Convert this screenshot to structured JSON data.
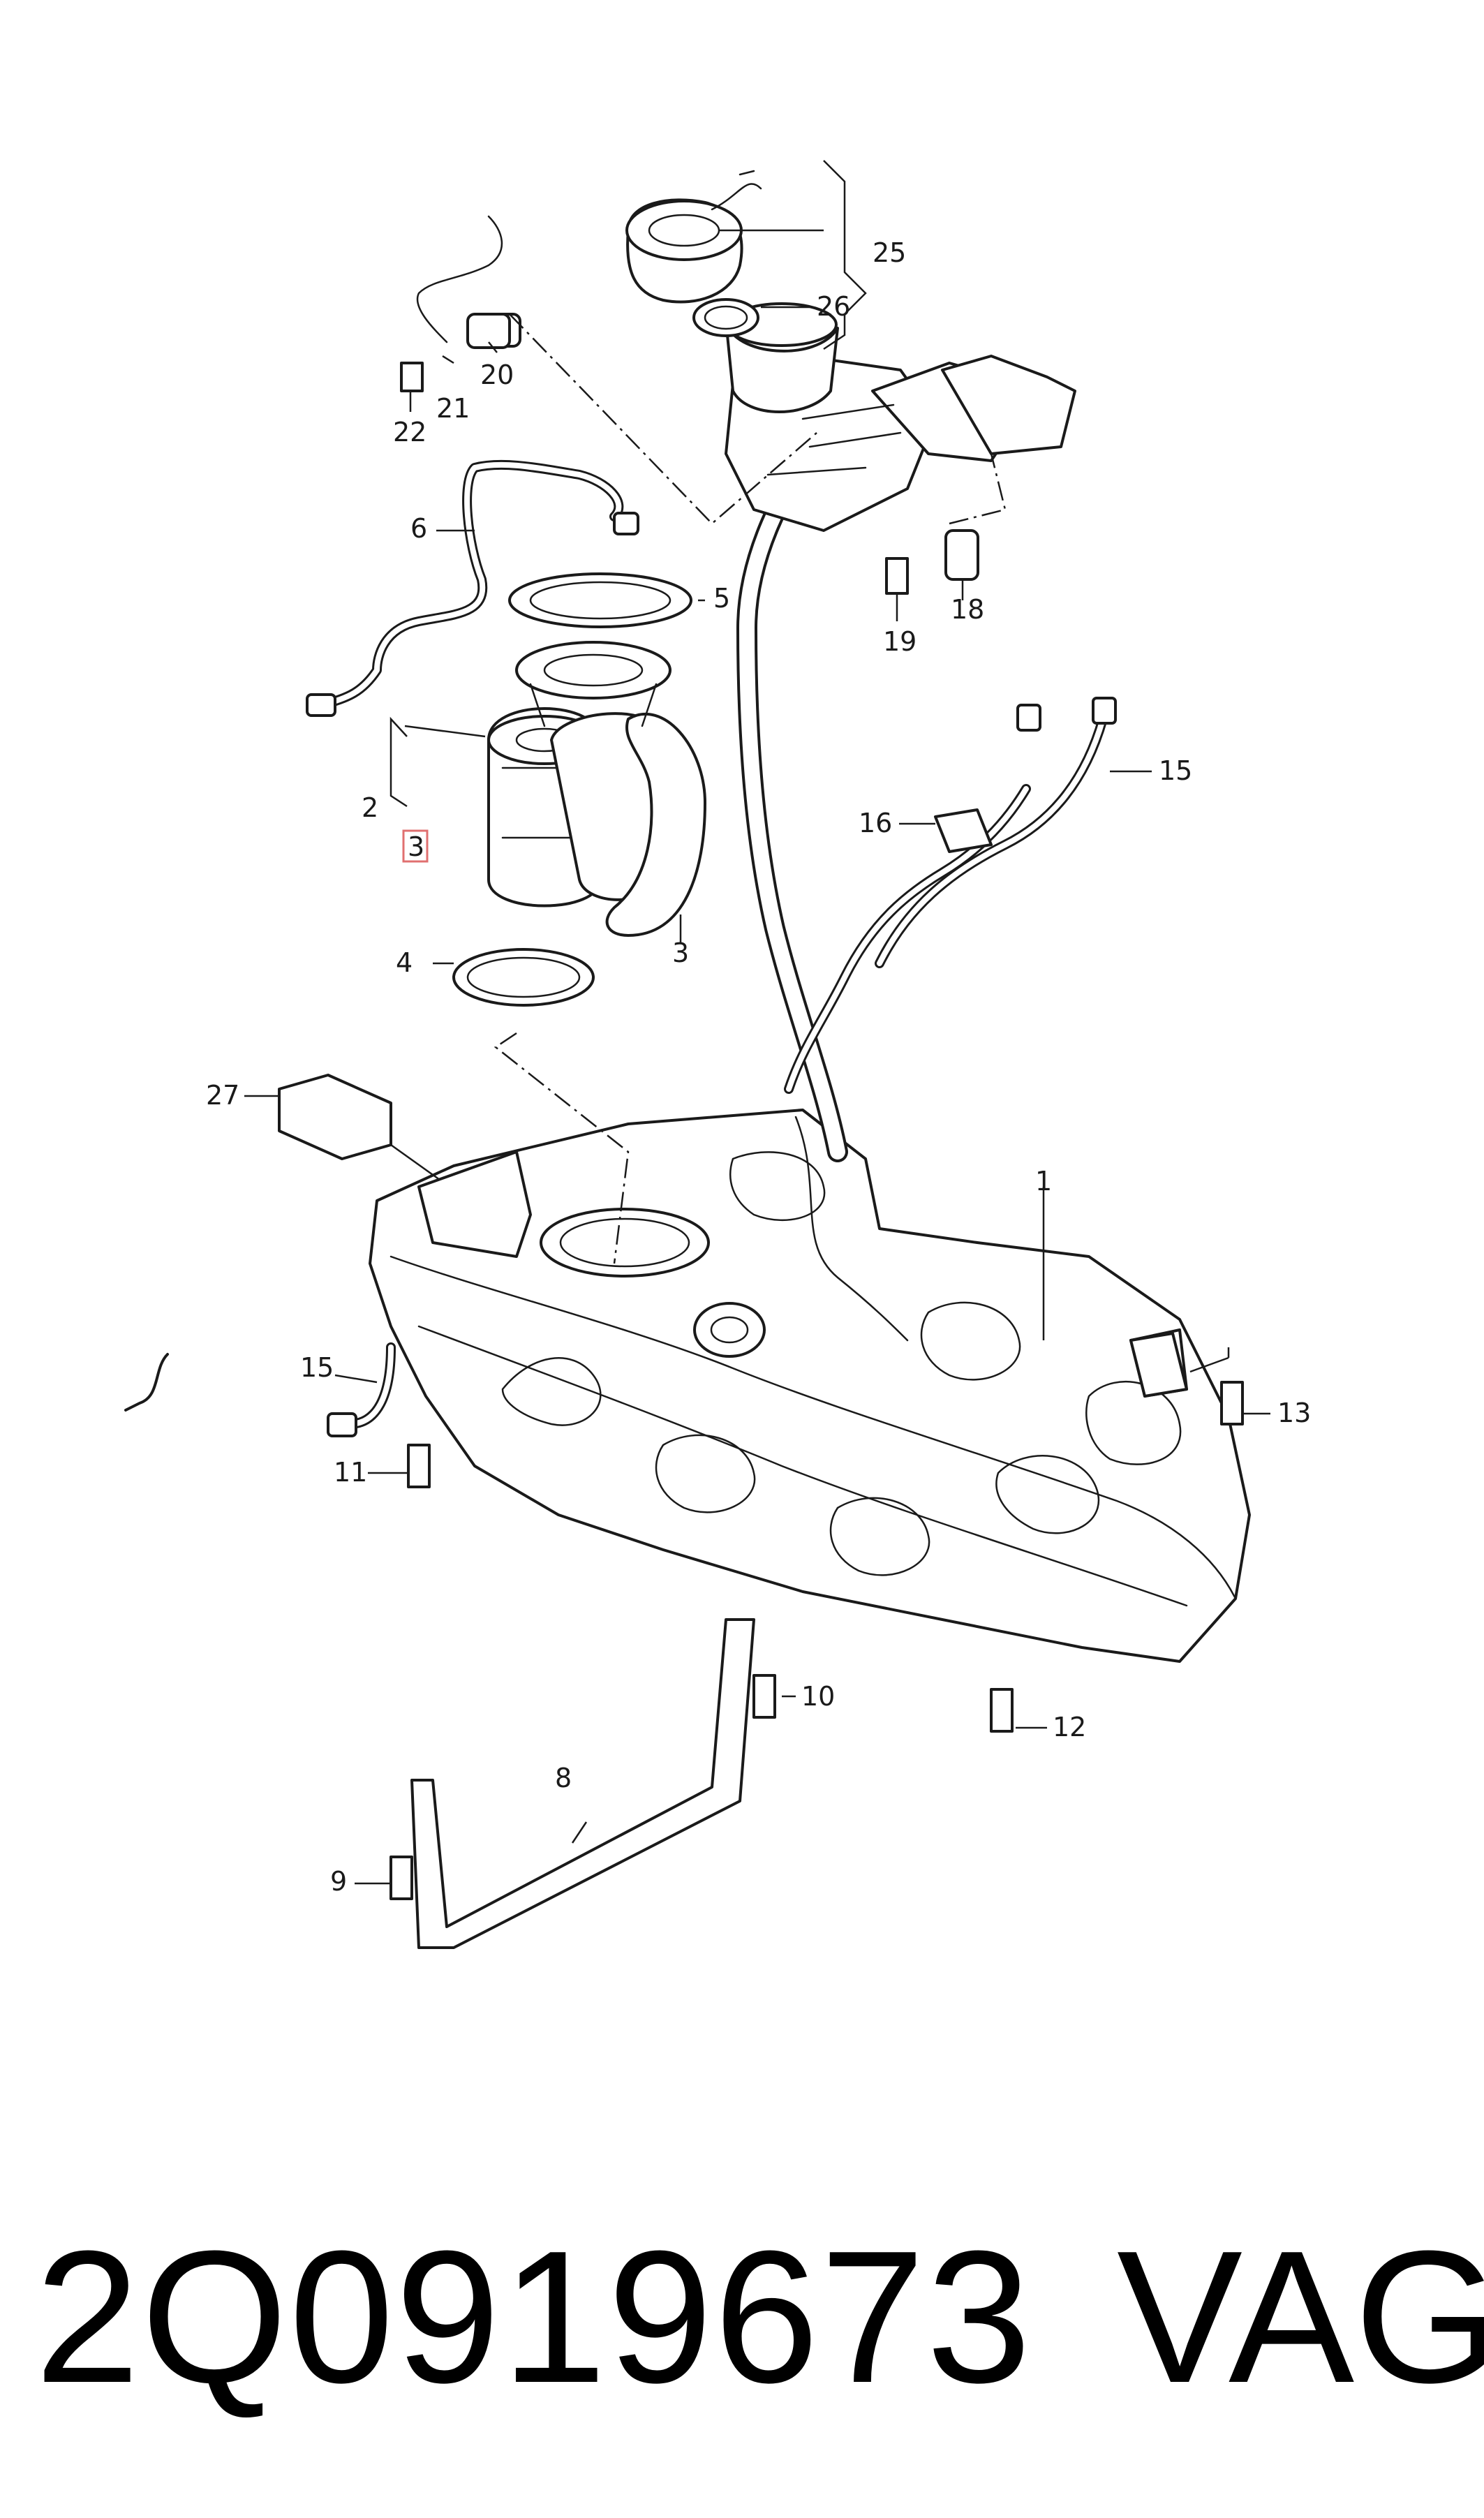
{
  "diagram": {
    "callouts": {
      "c1": "1",
      "c2": "2",
      "c3_highlight": "3",
      "c3": "3",
      "c4": "4",
      "c5": "5",
      "c6": "6",
      "c8": "8",
      "c9": "9",
      "c10": "10",
      "c11": "11",
      "c12": "12",
      "c13": "13",
      "c15_right": "15",
      "c15_left": "15",
      "c16": "16",
      "c18": "18",
      "c19": "19",
      "c20": "20",
      "c21": "21",
      "c22": "22",
      "c25": "25",
      "c26": "26",
      "c27": "27"
    }
  },
  "caption": {
    "part_number": "2Q0919673",
    "brand": "VAG"
  },
  "colors": {
    "line": "#1a1a1a",
    "highlight": "#e07070",
    "background": "#ffffff"
  }
}
